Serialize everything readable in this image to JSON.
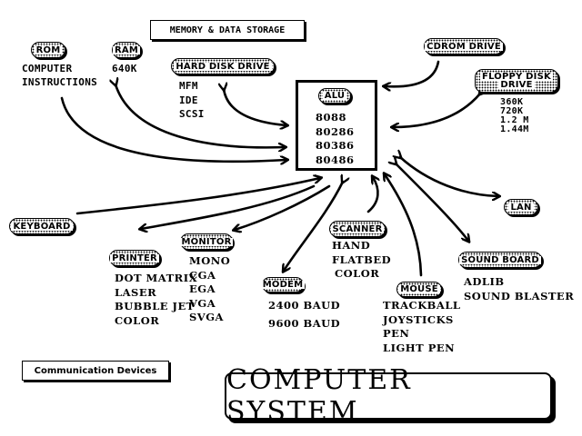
{
  "title": "COMPUTER SYSTEM",
  "header_label": "MEMORY & DATA STORAGE",
  "footer_label": "Communication Devices",
  "alu": {
    "label": "ALU",
    "lines": [
      "8088",
      "80286",
      "80386",
      "80486"
    ]
  },
  "rom": {
    "label": "ROM",
    "lines": [
      "COMPUTER",
      "INSTRUCTIONS"
    ]
  },
  "ram": {
    "label": "RAM",
    "lines": [
      "640K"
    ]
  },
  "hard_disk": {
    "label": "HARD DISK DRIVE",
    "lines": [
      "MFM",
      "IDE",
      "SCSI"
    ]
  },
  "cdrom": {
    "label": "CDROM DRIVE"
  },
  "floppy": {
    "label_line1": "FLOPPY DISK",
    "label_line2": "DRIVE",
    "lines": [
      "360K",
      "720K",
      "1.2 M",
      "1.44M"
    ]
  },
  "lan": {
    "label": "LAN"
  },
  "keyboard": {
    "label": "KEYBOARD"
  },
  "printer": {
    "label": "PRINTER",
    "lines": [
      "DOT MATRIX",
      "LASER",
      "BUBBLE JET",
      "COLOR"
    ]
  },
  "monitor": {
    "label": "MONITOR",
    "lines": [
      "MONO",
      "CGA",
      "EGA",
      "VGA",
      "SVGA"
    ]
  },
  "scanner": {
    "label": "SCANNER",
    "lines": [
      "HAND",
      "FLATBED",
      "COLOR"
    ]
  },
  "modem": {
    "label": "MODEM",
    "lines": [
      "2400 BAUD",
      "9600 BAUD"
    ]
  },
  "mouse": {
    "label": "MOUSE",
    "lines": [
      "TRACKBALL",
      "JOYSTICKS",
      "PEN",
      "LIGHT PEN"
    ]
  },
  "sound_board": {
    "label": "SOUND BOARD",
    "lines": [
      "ADLIB",
      "SOUND BLASTER"
    ]
  }
}
